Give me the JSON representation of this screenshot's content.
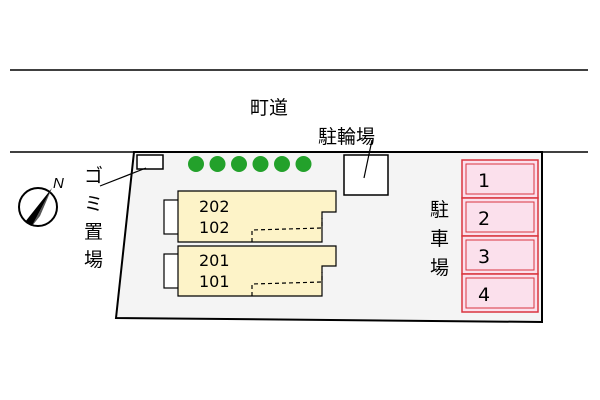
{
  "road_label": "町道",
  "garbage_label": [
    "ゴ",
    "ミ",
    "置",
    "場"
  ],
  "bicycle_parking_label": "駐輪場",
  "parking_label": [
    "駐",
    "車",
    "場"
  ],
  "parking_spaces": [
    "1",
    "2",
    "3",
    "4"
  ],
  "building_north": {
    "upper_unit": "202",
    "lower_unit": "102"
  },
  "building_south": {
    "upper_unit": "201",
    "lower_unit": "101"
  },
  "compass_letter": "N",
  "tree_count": 6,
  "colors": {
    "parking_fill": "#fbe0ec",
    "parking_stroke": "#d9353f",
    "building_fill": "#fdf3c8",
    "tree": "#23a12b",
    "property_fill": "#f4f4f4"
  }
}
